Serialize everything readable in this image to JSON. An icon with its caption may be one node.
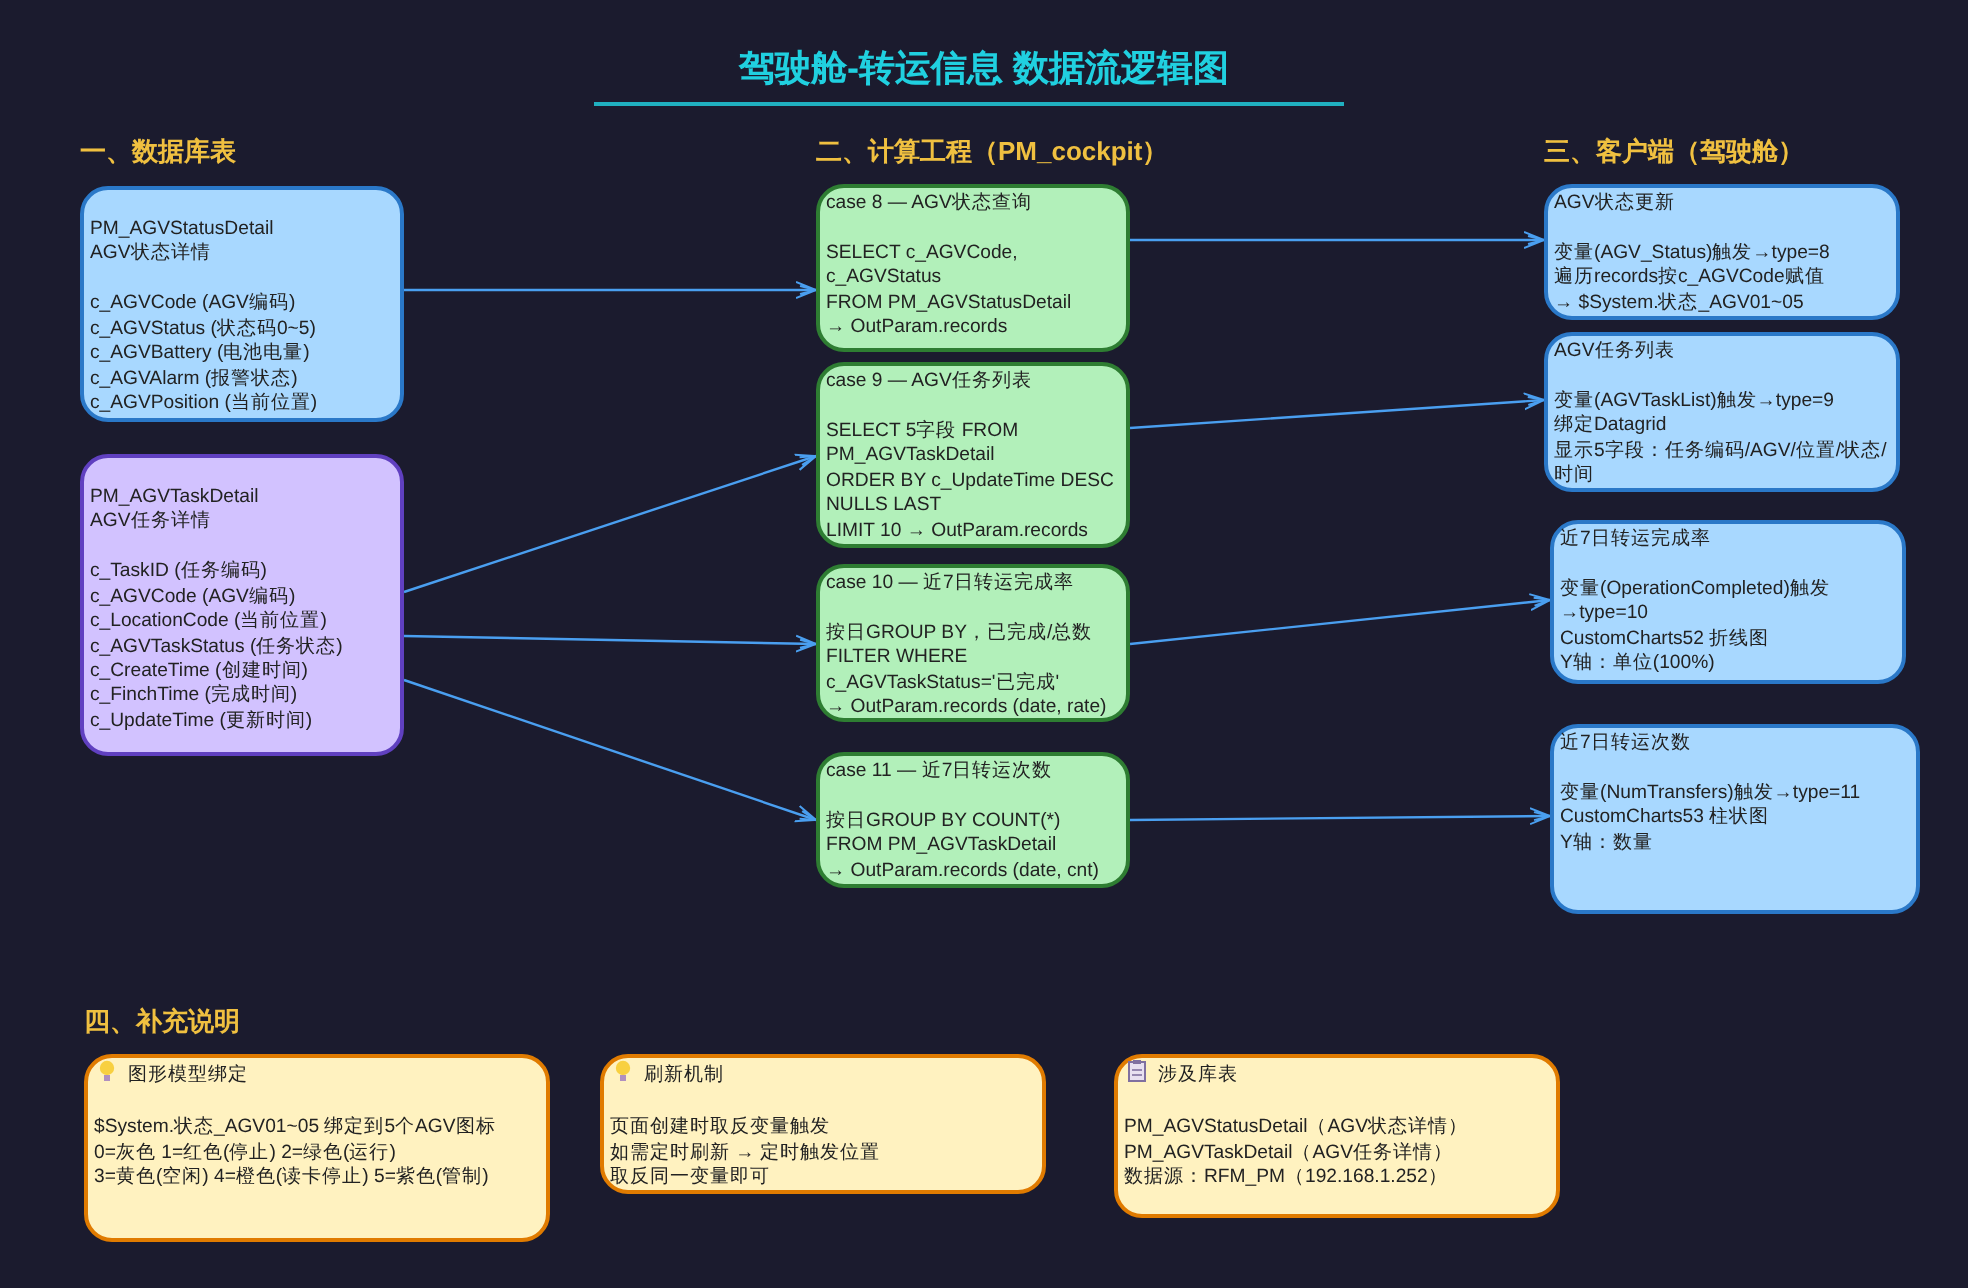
{
  "diagram": {
    "title": "驾驶舱-转运信息 数据流逻辑图",
    "nodes": [
      {
        "text": [
          "PM_AGVStatusDetail",
          "AGV状态详情",
          "c_AGVCode (AGV编码)",
          "c_AGVStatus (状态码0~5)",
          "c_AGVBattery (电池电量)",
          "c_AGVAlarm (报警状态)",
          "c_AGVPosition (当前位置)"
        ]
      },
      {
        "text": [
          "PM_AGVTaskDetail",
          "AGV任务详情",
          "c_TaskID (任务编码)",
          "c_AGVCode (AGV编码)",
          "c_LocationCode (当前位置)",
          "c_AGVTaskStatus (任务状态)",
          "c_CreateTime (创建时间)",
          "c_FinchTime (完成时间)",
          "c_UpdateTime (更新时间)"
        ]
      },
      {
        "text": [
          "case 8 — AGV状态查询",
          "SELECT c_AGVCode, c_AGVStatus",
          "FROM PM_AGVStatusDetail",
          "→ OutParam.records"
        ]
      },
      {
        "text": [
          "case 9 — AGV任务列表",
          "SELECT 5字段 FROM PM_AGVTaskDetail",
          "ORDER BY c_UpdateTime DESC NULLS LAST",
          "LIMIT 10 → OutParam.records"
        ]
      },
      {
        "text": [
          "case 10 — 近7日转运完成率",
          "按日GROUP BY，已完成/总数",
          "FILTER WHERE c_AGVTaskStatus='已完成'",
          "→ OutParam.records (date, rate)"
        ]
      },
      {
        "text": [
          "case 11 — 近7日转运次数",
          "按日GROUP BY COUNT(*)",
          "FROM PM_AGVTaskDetail",
          "→ OutParam.records (date, cnt)"
        ]
      },
      {
        "text": [
          "AGV状态更新",
          "变量(AGV_Status)触发→type=8",
          "遍历records按c_AGVCode赋值",
          "→ $System.状态_AGV01~05"
        ]
      },
      {
        "text": [
          "AGV任务列表",
          "变量(AGVTaskList)触发→type=9",
          "绑定Datagrid",
          "显示5字段：任务编码/AGV/位置/状态/时间"
        ]
      },
      {
        "text": [
          "近7日转运完成率",
          "变量(OperationCompleted)触发→type=10",
          "CustomCharts52 折线图",
          "Y轴：单位(100%)"
        ]
      },
      {
        "text": [
          "近7日转运次数",
          "变量(NumTransfers)触发→type=11",
          "CustomCharts53 柱状图",
          "Y轴：数量"
        ]
      },
      {
        "text": [
          "图形模型绑定",
          "$System.状态_AGV01~05 绑定到5个AGV图标",
          "0=灰色 1=红色(停止) 2=绿色(运行)",
          "3=黄色(空闲) 4=橙色(读卡停止) 5=紫色(管制)"
        ]
      },
      {
        "text": [
          "刷新机制",
          "页面创建时取反变量触发",
          "如需定时刷新 → 定时触发位置",
          "取反同一变量即可"
        ]
      },
      {
        "text": [
          "涉及库表",
          "PM_AGVStatusDetail（AGV状态详情）",
          "PM_AGVTaskDetail（AGV任务详情）",
          "数据源：RFM_PM（192.168.1.252）"
        ]
      }
    ],
    "edges": [
      {
        "from": 0,
        "to": 2,
        "arrow": "to"
      },
      {
        "from": 1,
        "to": 3,
        "arrow": "to"
      },
      {
        "from": 1,
        "to": 4,
        "arrow": "to"
      },
      {
        "from": 1,
        "to": 5,
        "arrow": "to"
      },
      {
        "from": 2,
        "to": 6,
        "arrow": "to"
      },
      {
        "from": 3,
        "to": 7,
        "arrow": "to"
      },
      {
        "from": 4,
        "to": 8,
        "arrow": "to"
      },
      {
        "from": 5,
        "to": 9,
        "arrow": "to"
      }
    ],
    "labels": [
      "一、数据库表",
      "二、计算工程（PM_cockpit）",
      "三、客户端（驾驶舱）",
      "四、补充说明"
    ]
  }
}
